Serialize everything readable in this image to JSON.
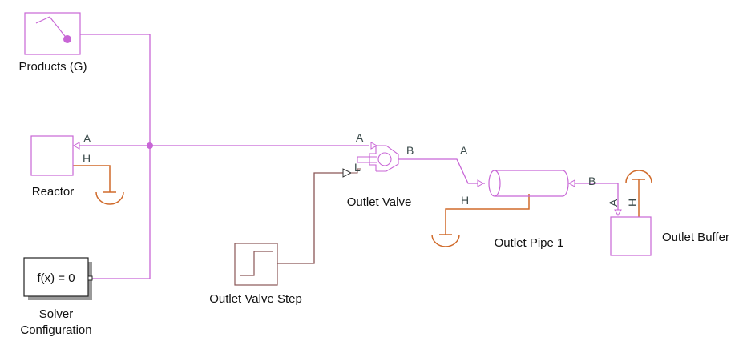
{
  "blocks": {
    "products": "Products (G)",
    "reactor": "Reactor",
    "solver_line1": "Solver",
    "solver_line2": "Configuration",
    "solver_eq": "f(x) = 0",
    "outlet_valve": "Outlet Valve",
    "outlet_valve_step": "Outlet Valve Step",
    "outlet_pipe": "Outlet Pipe 1",
    "outlet_buffer": "Outlet Buffer"
  },
  "ports": {
    "reactor_a": "A",
    "reactor_h": "H",
    "valve_a": "A",
    "valve_b": "B",
    "valve_l": "L",
    "pipe_a": "A",
    "pipe_b": "B",
    "pipe_h": "H",
    "buffer_a": "A",
    "buffer_h": "H"
  },
  "colors": {
    "gas_connection": "#c866d6",
    "thermal_connection": "#d06a2a",
    "physical_signal": "#8a5656",
    "block_border": "#c866d6"
  }
}
